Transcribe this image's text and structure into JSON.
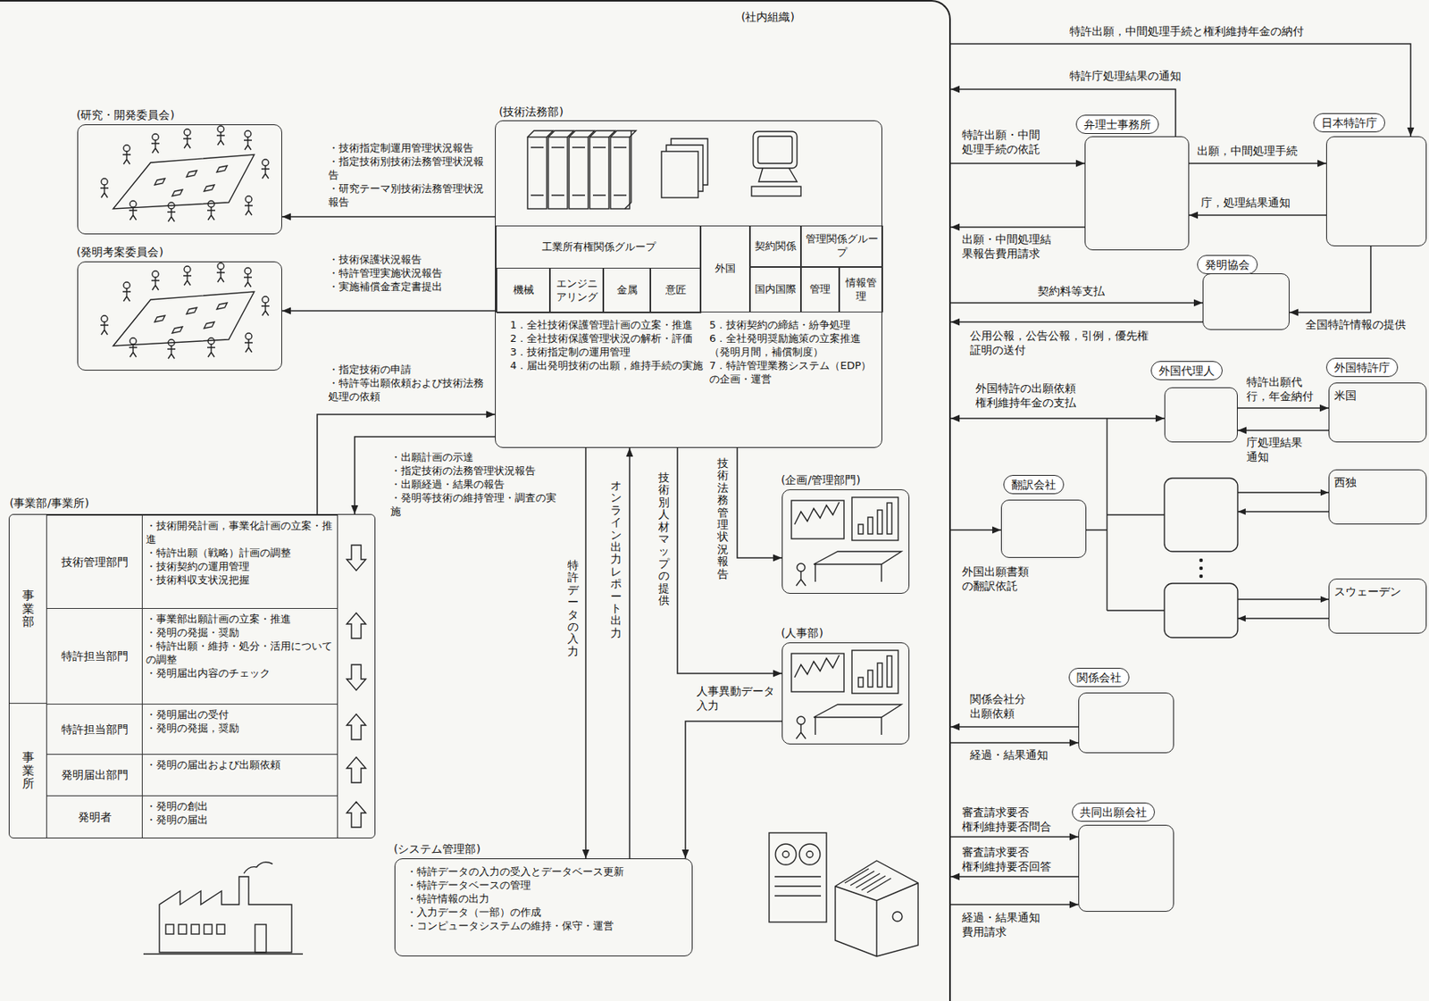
{
  "diagram": {
    "nodes": [
      {
        "text": [
          "(社内組織)"
        ]
      },
      {
        "text": [
          "(研究・開発委員会)"
        ],
        "in": 0
      },
      {
        "text": [
          "(発明考案委員会)"
        ],
        "in": 0
      },
      {
        "text": [
          "(技術法務部)",
          "1．全社技術保護管理計画の立案・推進",
          "2．全社技術保護管理状況の解析・評価",
          "3．技術指定制の運用管理",
          "4．届出発明技術の出願，維持手続の実施",
          "5．技術契約の締結・紛争処理",
          "6．全社発明奨励施策の立案推進（発明月間，補償制度）",
          "7．特許管理業務システム（EDP）の企画・運営"
        ],
        "in": 0
      },
      {
        "text": [
          "工業所有権関係グループ"
        ],
        "in": 3
      },
      {
        "text": [
          "機械"
        ],
        "in": 4
      },
      {
        "text": [
          "エンジニアリング"
        ],
        "in": 4
      },
      {
        "text": [
          "金属"
        ],
        "in": 4
      },
      {
        "text": [
          "意匠"
        ],
        "in": 4
      },
      {
        "text": [
          "契約関係"
        ],
        "in": 3
      },
      {
        "text": [
          "管理関係グループ"
        ],
        "in": 3
      },
      {
        "text": [
          "外国"
        ],
        "in": 3
      },
      {
        "text": [
          "国内国際"
        ],
        "in": 3
      },
      {
        "text": [
          "管理"
        ],
        "in": 3
      },
      {
        "text": [
          "情報管理"
        ],
        "in": 3
      },
      {
        "text": [
          "(企画/管理部門)"
        ],
        "in": 0
      },
      {
        "text": [
          "(人事部)"
        ],
        "in": 0
      },
      {
        "text": [
          "(事業部/事業所)",
          "事業部",
          "事業所"
        ],
        "in": 0
      },
      {
        "text": [
          "技術管理部門",
          "・技術開発計画，事業化計画の立案・推進",
          "・特許出願（戦略）計画の調整",
          "・技術契約の運用管理",
          "・技術料収支状況把握"
        ],
        "in": 17
      },
      {
        "text": [
          "特許担当部門",
          "・事業部出願計画の立案・推進",
          "・発明の発掘・奨励",
          "・特許出願・維持・処分・活用についての調整",
          "・発明届出内容のチェック"
        ],
        "in": 17
      },
      {
        "text": [
          "特許担当部門",
          "・発明届出の受付",
          "・発明の発掘，奨励"
        ],
        "in": 17
      },
      {
        "text": [
          "発明届出部門",
          "・発明の届出および出願依頼"
        ],
        "in": 17
      },
      {
        "text": [
          "発明者",
          "・発明の創出",
          "・発明の届出"
        ],
        "in": 17
      },
      {
        "text": [
          "(システム管理部)",
          "・特許データの入力の受入とデータベース更新",
          "・特許データベースの管理",
          "・特許情報の出力",
          "・入力データ（一部）の作成",
          "・コンピュータシステムの維持・保守・運営"
        ],
        "in": 0
      },
      {
        "text": [
          "弁理士事務所"
        ]
      },
      {
        "text": [
          "日本特許庁"
        ]
      },
      {
        "text": [
          "発明協会"
        ]
      },
      {
        "text": [
          "外国代理人"
        ]
      },
      {
        "text": [
          "外国特許庁",
          "米国"
        ]
      },
      {
        "text": [
          "西独"
        ]
      },
      {
        "text": [
          "スウェーデン"
        ]
      },
      {
        "text": [
          "翻訳会社"
        ]
      },
      {
        "text": [
          "関係会社"
        ]
      },
      {
        "text": [
          "共同出願会社"
        ]
      }
    ],
    "edges": [
      {
        "from": 3,
        "to": 1,
        "arrow": "to"
      },
      {
        "from": 3,
        "to": 2,
        "arrow": "to"
      },
      {
        "from": 17,
        "to": 3,
        "arrow": "to"
      },
      {
        "from": 3,
        "to": 17,
        "arrow": "to"
      },
      {
        "from": 3,
        "to": 23,
        "arrow": "to",
        "label": "特許データの入力"
      },
      {
        "from": 23,
        "to": 3,
        "arrow": "to",
        "label": "オンライン出力 レポート出力"
      },
      {
        "from": 3,
        "to": 16,
        "arrow": "to",
        "label": "技術別人材マップの提供"
      },
      {
        "from": 16,
        "to": 23,
        "arrow": "to",
        "label": "人事異動データ入力"
      },
      {
        "from": 3,
        "to": 15,
        "arrow": "to",
        "label": "技術法務管理状況報告"
      },
      {
        "from": 0,
        "to": 25,
        "arrow": "to",
        "label": "特許出願，中間処理手続と権利維持年金の納付"
      },
      {
        "from": 24,
        "to": 0,
        "arrow": "to",
        "label": "特許庁処理結果の通知"
      },
      {
        "from": 0,
        "to": 24,
        "arrow": "to",
        "label": "特許出願・中間処理手続の依託"
      },
      {
        "from": 24,
        "to": 25,
        "arrow": "to",
        "label": "出願，中間処理手続"
      },
      {
        "from": 25,
        "to": 24,
        "arrow": "to",
        "label": "庁，処理結果通知"
      },
      {
        "from": 24,
        "to": 0,
        "arrow": "to",
        "label": "出願・中間処理結果報告費用請求"
      },
      {
        "from": 0,
        "to": 26,
        "arrow": "to",
        "label": "契約料等支払"
      },
      {
        "from": 25,
        "to": 26,
        "arrow": "to",
        "label": "全国特許情報の提供"
      },
      {
        "from": 26,
        "to": 0,
        "arrow": "to",
        "label": "公用公報，公告公報，引例，優先権証明の送付"
      },
      {
        "from": 0,
        "to": 27,
        "arrow": "both",
        "label": "外国特許の出願依頼 権利維持年金の支払"
      },
      {
        "from": 27,
        "to": 28,
        "arrow": "to",
        "label": "特許出願代行，年金納付"
      },
      {
        "from": 28,
        "to": 27,
        "arrow": "to",
        "label": "庁処理結果通知"
      },
      {
        "from": 0,
        "to": 31,
        "arrow": "to",
        "label": "外国出願書類の翻訳依託"
      },
      {
        "from": 32,
        "to": 0,
        "arrow": "to",
        "label": "関係会社分出願依頼"
      },
      {
        "from": 0,
        "to": 32,
        "arrow": "to",
        "label": "経過・結果通知"
      },
      {
        "from": 0,
        "to": 33,
        "arrow": "to",
        "label": "審査請求要否 権利維持要否問合"
      },
      {
        "from": 33,
        "to": 0,
        "arrow": "to",
        "label": "審査請求要否 権利維持要否回答"
      },
      {
        "from": 0,
        "to": 33,
        "arrow": "to",
        "label": "経過・結果通知 費用請求"
      }
    ],
    "labels": [
      "・技術指定制運用管理状況報告",
      "・指定技術別技術法務管理状況報告",
      "・研究テーマ別技術法務管理状況報告",
      "・技術保護状況報告",
      "・特許管理実施状況報告",
      "・実施補償金査定書提出",
      "・指定技術の申請",
      "・特許等出願依頼および技術法務処理の依頼",
      "・出願計画の示達",
      "・指定技術の法務管理状況報告",
      "・出願経過・結果の報告",
      "・発明等技術の維持管理・調査の実施"
    ]
  }
}
